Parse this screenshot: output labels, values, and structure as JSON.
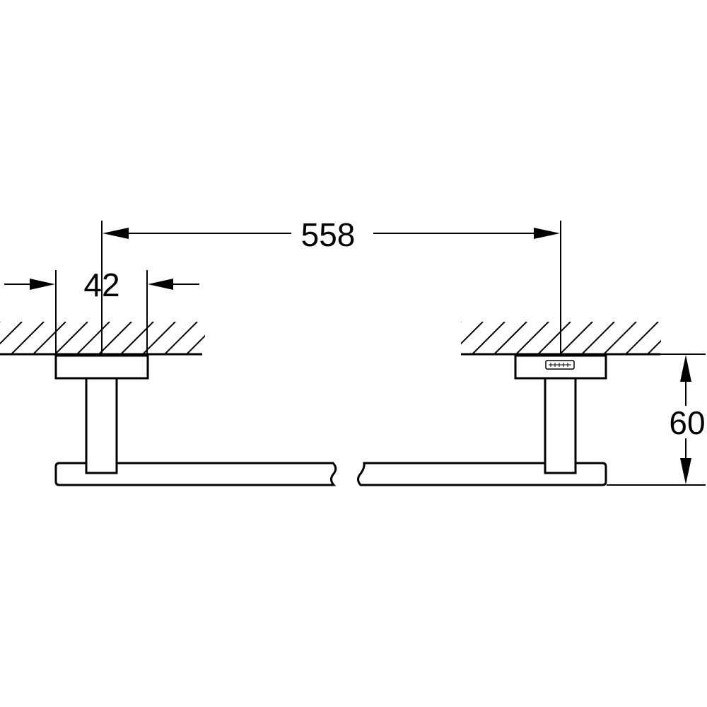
{
  "dimensions": {
    "overall_length": "558",
    "base_width": "42",
    "projection": "60"
  },
  "colors": {
    "line": "#000000",
    "background": "#ffffff"
  }
}
